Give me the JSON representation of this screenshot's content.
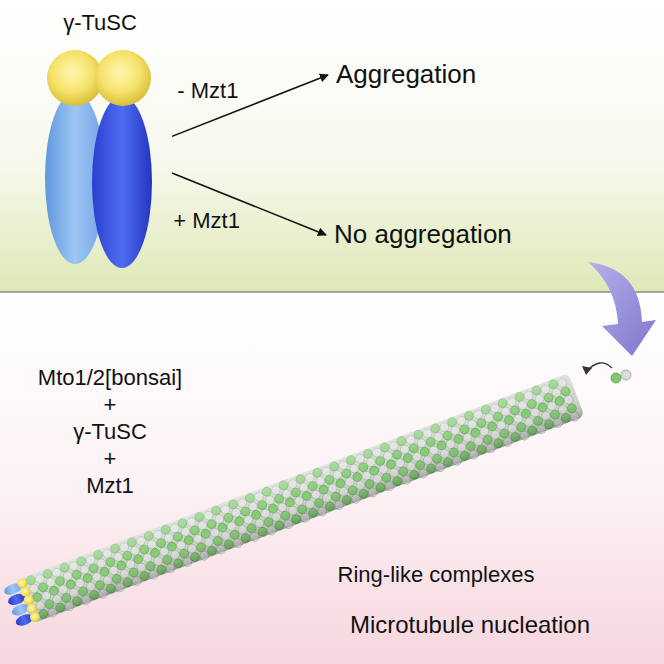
{
  "diagram": {
    "nodes": [
      {
        "text": [
          "γ-TuSC"
        ]
      },
      {
        "text": [
          "Aggregation"
        ]
      },
      {
        "text": [
          "No aggregation"
        ]
      }
    ],
    "edges": [
      {
        "from": 0,
        "to": 1,
        "label": "- Mzt1",
        "arrow": "to"
      },
      {
        "from": 0,
        "to": 2,
        "label": "+ Mzt1",
        "arrow": "to"
      }
    ],
    "labels": [
      "Mto1/2[bonsai]",
      "+",
      "γ-TuSC",
      "+",
      "Mzt1",
      "Ring-like complexes",
      "Microtubule nucleation"
    ]
  }
}
